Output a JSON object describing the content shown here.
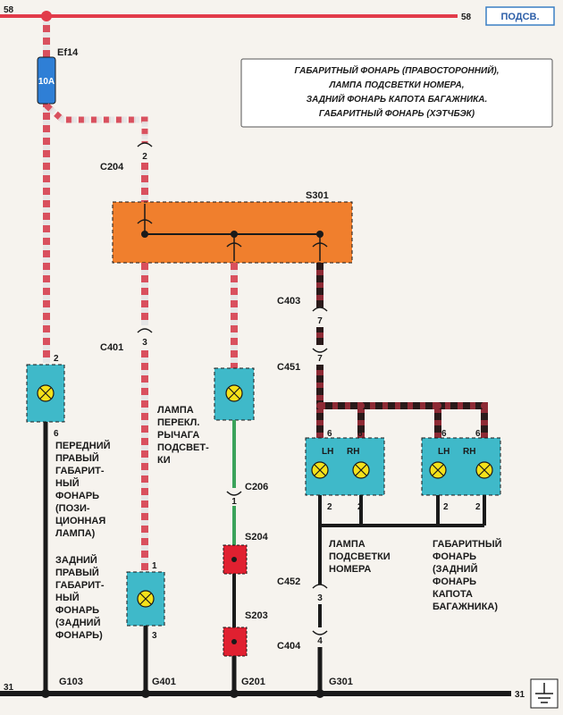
{
  "rails": {
    "top_left": "58",
    "top_right": "58",
    "bottom_left": "31",
    "bottom_right": "31",
    "mode_badge": "ПОДСВ."
  },
  "colors": {
    "red_rail": "#e23b4a",
    "black": "#1a1a1a",
    "pink": "#e8a0a8",
    "white_stripe": "#e6e6e6",
    "green": "#3aa35a",
    "cyan": "#3fb9c9",
    "orange": "#f07f2d",
    "fuse_blue": "#2f7fd6",
    "splice_red": "#e02030",
    "lamp_yellow": "#f5e21a"
  },
  "fuse": {
    "name": "Ef14",
    "rating": "10A"
  },
  "title_lines": [
    "ГАБАРИТНЫЙ ФОНАРЬ (ПРАВОСТОРОННИЙ),",
    "ЛАМПА ПОДСВЕТКИ НОМЕРА,",
    "ЗАДНИЙ ФОНАРЬ КАПОТА БАГАЖНИКА.",
    "ГАБАРИТНЫЙ ФОНАРЬ (ХЭТЧБЭК)"
  ],
  "connectors": {
    "c204": {
      "name": "C204",
      "pin": "2"
    },
    "s301": "S301",
    "c403": {
      "name": "C403",
      "pin": "7"
    },
    "c451": {
      "name": "C451",
      "pin": "7"
    },
    "c401": {
      "name": "C401",
      "pin": "3"
    },
    "c206": {
      "name": "C206",
      "pin": "1"
    },
    "s204": "S204",
    "s203": "S203",
    "c452": {
      "name": "C452",
      "pin": "3"
    },
    "c404": {
      "name": "C404",
      "pin": "4"
    }
  },
  "grounds": [
    "G103",
    "G401",
    "G201",
    "G301"
  ],
  "lamps": {
    "front_right": {
      "pin_top": "2",
      "pin_bottom": "6",
      "label": [
        "ПЕРЕДНИЙ",
        "ПРАВЫЙ",
        "ГАБАРИТ-",
        "НЫЙ",
        "ФОНАРЬ",
        "(ПОЗИ-",
        "ЦИОННАЯ",
        "ЛАМПА)"
      ]
    },
    "rear_right": {
      "pin_top": "1",
      "pin_bottom": "3",
      "label": [
        "ЗАДНИЙ",
        "ПРАВЫЙ",
        "ГАБАРИТ-",
        "НЫЙ",
        "ФОНАРЬ",
        "(ЗАДНИЙ",
        "ФОНАРЬ)"
      ]
    },
    "lever": {
      "label": [
        "ЛАМПА",
        "ПЕРЕКЛ.",
        "РЫЧАГА",
        "ПОДСВЕТ-",
        "КИ"
      ]
    },
    "license": {
      "lh": "LH",
      "rh": "RH",
      "pins_top": [
        "6",
        "6"
      ],
      "pins_bottom": [
        "2",
        "2"
      ],
      "label": [
        "ЛАМПА",
        "ПОДСВЕТКИ",
        "НОМЕРА"
      ]
    },
    "trunk": {
      "lh": "LH",
      "rh": "RH",
      "pins_top": [
        "6",
        "6"
      ],
      "pins_bottom": [
        "2",
        "2"
      ],
      "label": [
        "ГАБАРИТНЫЙ",
        "ФОНАРЬ",
        "(ЗАДНИЙ",
        "ФОНАРЬ",
        "КАПОТА",
        "БАГАЖНИКА)"
      ]
    }
  }
}
